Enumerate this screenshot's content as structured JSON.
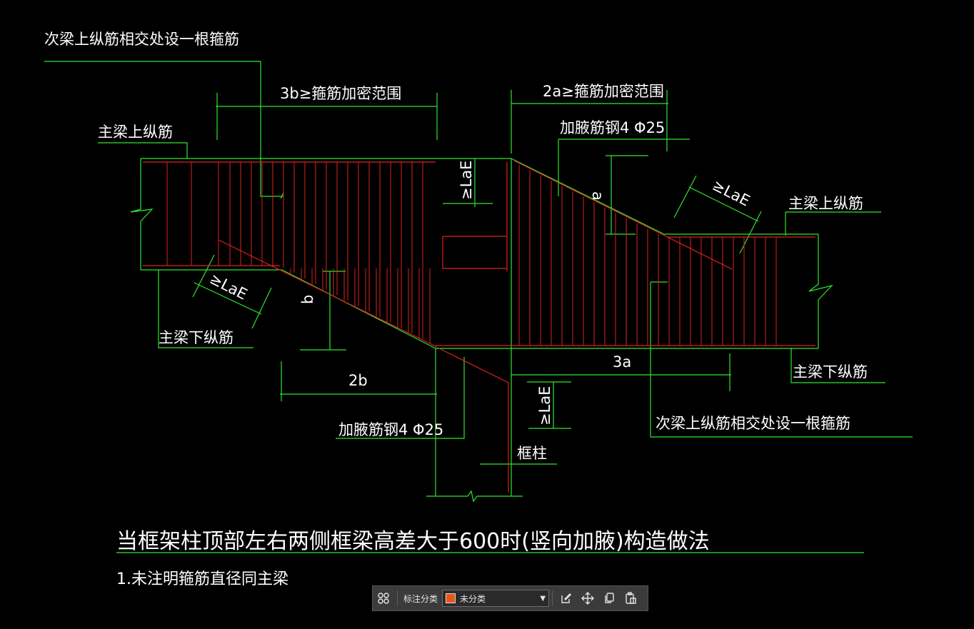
{
  "labels": {
    "top_left_note": "次梁上纵筋相交处设一根箍筋",
    "dim_3b": "3b≥箍筋加密范围",
    "dim_2a": "2a≥箍筋加密范围",
    "main_top_left": "主梁上纵筋",
    "haunch_top": "加腋筋钢4 Φ25",
    "lae_top_center": "≥LaE",
    "lae_right": "≥LaE",
    "a_label": "a",
    "main_top_right": "主梁上纵筋",
    "lae_left": "≥LaE",
    "b_label": "b",
    "main_bottom_left": "主梁下纵筋",
    "dim_2b": "2b",
    "dim_3a": "3a",
    "main_bottom_right": "主梁下纵筋",
    "haunch_bottom": "加腋筋钢4 Φ25",
    "lae_bottom": "≥LaE",
    "right_note": "次梁上纵筋相交处设一根箍筋",
    "column": "框柱"
  },
  "title": "当框架柱顶部左右两侧框梁高差大于600时(竖向加腋)构造做法",
  "note": "1.未注明箍筋直径同主梁",
  "toolbar": {
    "label": "标注分类",
    "selected": "未分类",
    "swatch_color": "#e8541c",
    "icons": [
      "grid-icon",
      "edit-icon",
      "move-icon",
      "copy-icon",
      "paste-icon"
    ]
  },
  "colors": {
    "green": "#2ee62e",
    "red": "#e02020",
    "white": "#e8e8e8",
    "background": "#000000"
  }
}
